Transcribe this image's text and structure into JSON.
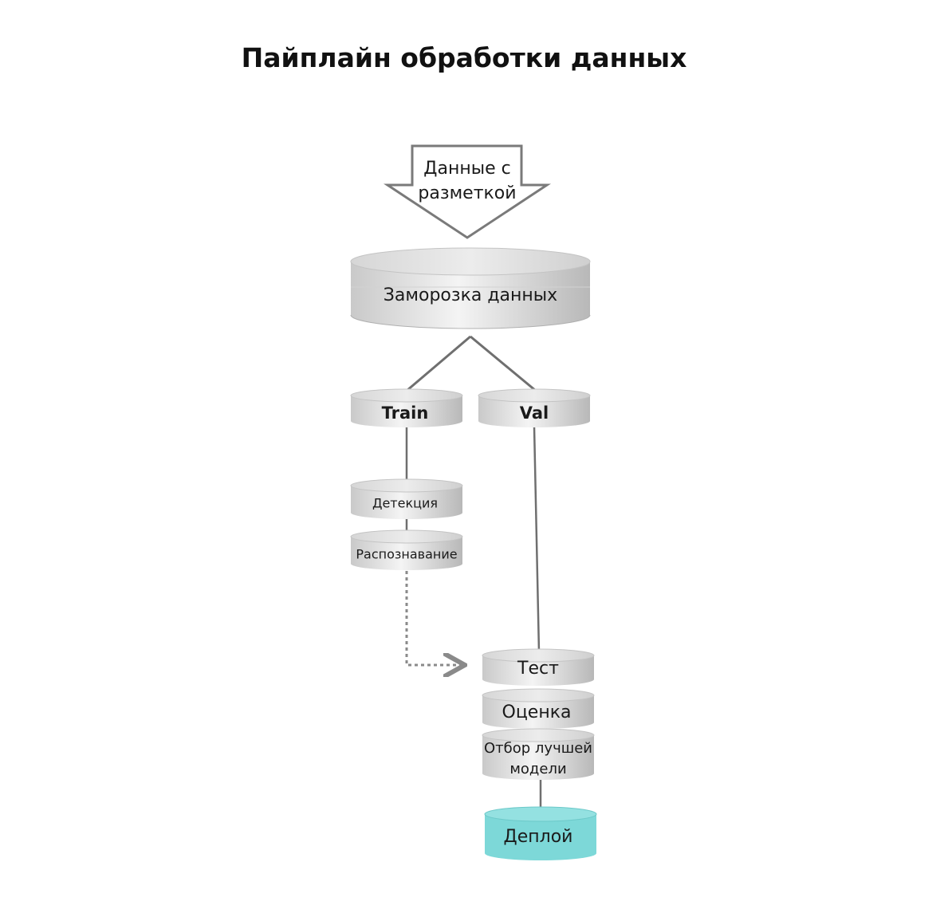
{
  "title": "Пайплайн обработки данных",
  "input_arrow": {
    "line1": "Данные с",
    "line2": "разметкой"
  },
  "nodes": {
    "freeze": "Заморозка данных",
    "train": "Train",
    "val": "Val",
    "detection": "Детекция",
    "recognition": "Распознавание",
    "test": "Тест",
    "evaluation": "Оценка",
    "best_model_line1": "Отбор лучшей",
    "best_model_line2": "модели",
    "deploy": "Деплой"
  },
  "colors": {
    "cylinder_light": "#f2f2f2",
    "cylinder_dark": "#bdbdbd",
    "deploy": "#7dd8d8",
    "connector": "#6f6f6f",
    "dashed": "#8a8a8a"
  }
}
